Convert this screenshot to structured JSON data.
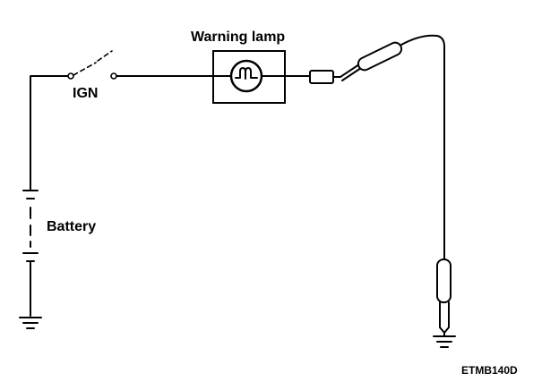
{
  "labels": {
    "warning_lamp": "Warning lamp",
    "ign": "IGN",
    "battery": "Battery",
    "figure_code": "ETMB140D"
  },
  "colors": {
    "ink": "#000000",
    "background": "#ffffff"
  },
  "icons": {
    "switch": "ignition-switch-icon",
    "lamp": "lamp-bulb-icon",
    "battery": "battery-icon",
    "ground": "ground-icon",
    "connector": "connector-icon",
    "probe": "test-probe-icon"
  }
}
